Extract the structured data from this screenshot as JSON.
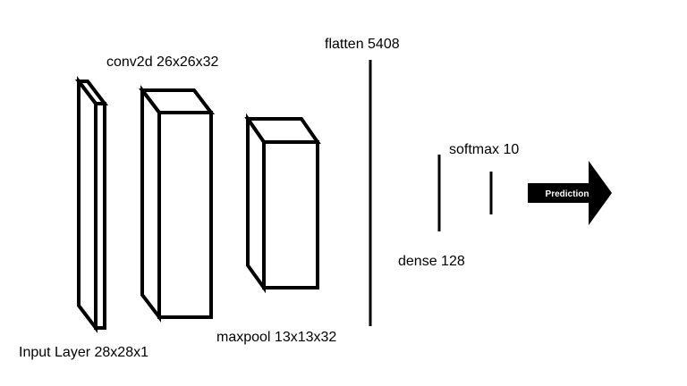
{
  "layers": [
    {
      "id": "input",
      "label": "Input Layer 28x28x1"
    },
    {
      "id": "conv2d",
      "label": "conv2d 26x26x32"
    },
    {
      "id": "maxpool",
      "label": "maxpool 13x13x32"
    },
    {
      "id": "flatten",
      "label": "flatten 5408"
    },
    {
      "id": "dense",
      "label": "dense 128"
    },
    {
      "id": "softmax",
      "label": "softmax 10"
    }
  ],
  "output_arrow": {
    "label": "Prediction"
  },
  "colors": {
    "stroke": "#000000",
    "fill": "#ffffff",
    "arrow": "#000000",
    "arrow_text": "#ffffff"
  }
}
